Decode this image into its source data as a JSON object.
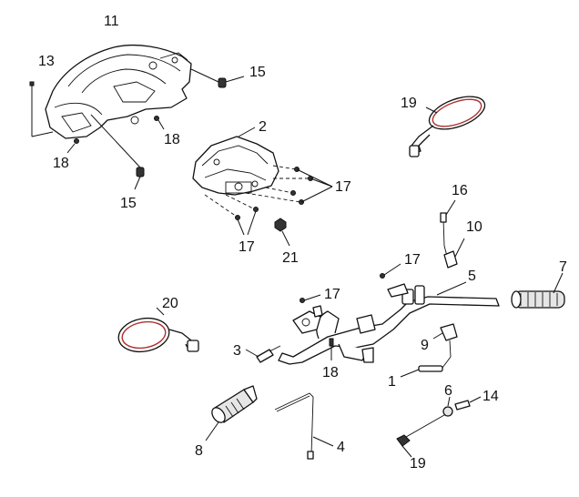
{
  "diagram": {
    "callouts": [
      {
        "id": "c11",
        "label": "11"
      },
      {
        "id": "c13",
        "label": "13"
      },
      {
        "id": "c15a",
        "label": "15"
      },
      {
        "id": "c18a",
        "label": "18"
      },
      {
        "id": "c18b",
        "label": "18"
      },
      {
        "id": "c15b",
        "label": "15"
      },
      {
        "id": "c19a",
        "label": "19"
      },
      {
        "id": "c2",
        "label": "2"
      },
      {
        "id": "c17a",
        "label": "17"
      },
      {
        "id": "c17b",
        "label": "17"
      },
      {
        "id": "c21",
        "label": "21"
      },
      {
        "id": "c16",
        "label": "16"
      },
      {
        "id": "c10",
        "label": "10"
      },
      {
        "id": "c17c",
        "label": "17"
      },
      {
        "id": "c5",
        "label": "5"
      },
      {
        "id": "c7",
        "label": "7"
      },
      {
        "id": "c17d",
        "label": "17"
      },
      {
        "id": "c20",
        "label": "20"
      },
      {
        "id": "c3",
        "label": "3"
      },
      {
        "id": "c9",
        "label": "9"
      },
      {
        "id": "c18c",
        "label": "18"
      },
      {
        "id": "c1",
        "label": "1"
      },
      {
        "id": "c6",
        "label": "6"
      },
      {
        "id": "c14",
        "label": "14"
      },
      {
        "id": "c8",
        "label": "8"
      },
      {
        "id": "c4",
        "label": "4"
      },
      {
        "id": "c19b",
        "label": "19"
      }
    ]
  }
}
